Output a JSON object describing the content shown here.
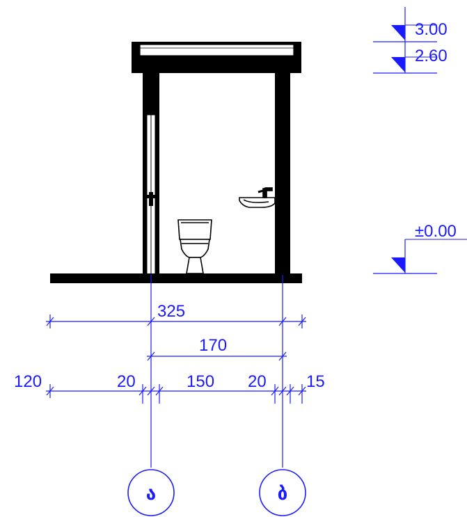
{
  "colors": {
    "dimension": "#1a1aff",
    "structure": "#000000",
    "background": "#ffffff"
  },
  "levels": {
    "top": "3.00",
    "ceiling": "2.60",
    "floor": "±0.00"
  },
  "dimensions": {
    "overall": "325",
    "interior_axes": "170",
    "left_offset": "120",
    "left_wall": "20",
    "interior": "150",
    "right_wall": "20",
    "right_offset": "15"
  },
  "axes": {
    "left": "ა",
    "right": "ბ"
  }
}
